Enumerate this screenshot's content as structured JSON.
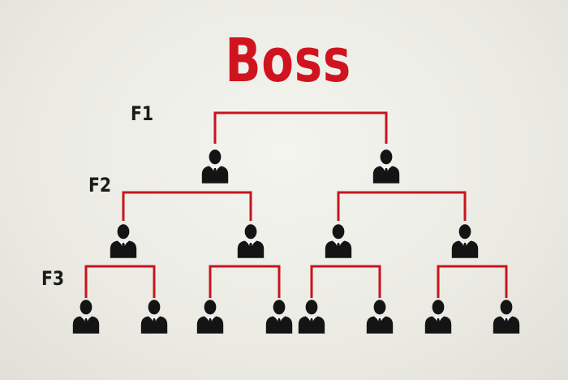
{
  "title": "Boss",
  "levels": [
    "F1",
    "F2",
    "F3"
  ],
  "colors": {
    "title": "#d0141f",
    "connector": "#c8141e",
    "person": "#141414",
    "background": "#ebebe5"
  },
  "icons": {
    "person": "businessman-icon"
  }
}
